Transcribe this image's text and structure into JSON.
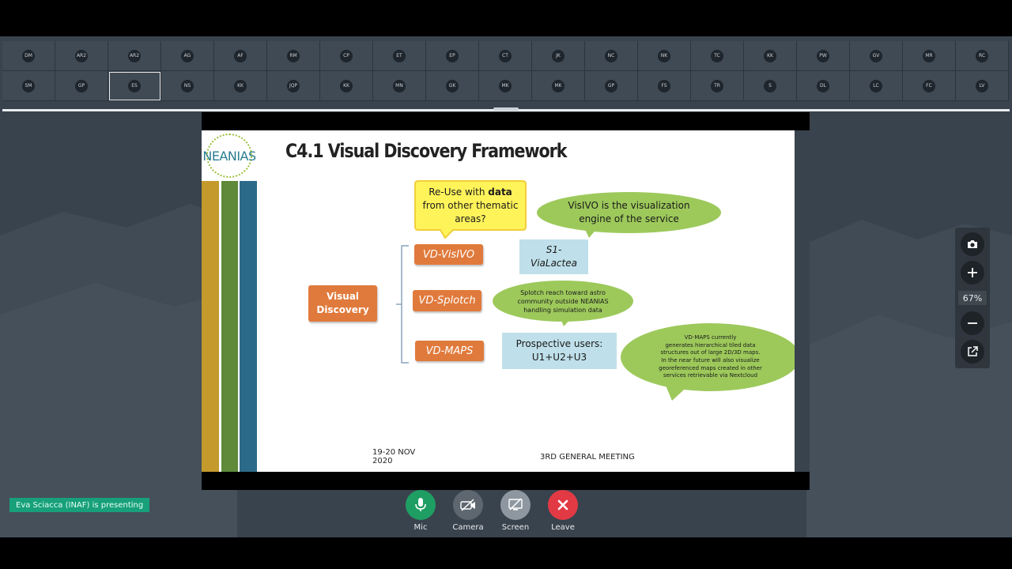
{
  "participants": {
    "row1": [
      "DM",
      "AR2",
      "AR2",
      "AG",
      "AF",
      "RM",
      "CP",
      "ET",
      "EP",
      "CT",
      "JK",
      "NC",
      "NK",
      "TC",
      "KK",
      "PW",
      "GV",
      "MR",
      "RC"
    ],
    "row2": [
      "SM",
      "GP",
      "ES",
      "NS",
      "KK",
      "JQP",
      "KK",
      "MN",
      "GK",
      "MK",
      "MK",
      "GP",
      "FS",
      "TR",
      "S",
      "DL",
      "LC",
      "FC",
      "LV"
    ]
  },
  "slide": {
    "logo": "NEANIAS",
    "title": "C4.1 Visual Discovery Framework",
    "reuse_line1": "Re-Use with ",
    "reuse_bold": "data",
    "reuse_line2": "from other thematic",
    "reuse_line3": "areas?",
    "visivo_bubble_line1": "VisIVO is the visualization",
    "visivo_bubble_line2": "engine of the service",
    "vd_visivo": "VD-VisIVO",
    "vd_splotch": "VD-Splotch",
    "vd_maps": "VD-MAPS",
    "visual_discovery_line1": "Visual",
    "visual_discovery_line2": "Discovery",
    "s1_line1": "S1-",
    "s1_line2": "ViaLactea",
    "splotch_line1": "Splotch reach toward astro",
    "splotch_line2": "community outside NEANIAS",
    "splotch_line3": "handling simulation data",
    "prospective_line1": "Prospective users:",
    "prospective_line2": "U1+U2+U3",
    "maps_line1": "VD-MAPS currently",
    "maps_line2": "generates hierarchical tiled data",
    "maps_line3": "structures out of large 2D/3D maps.",
    "maps_line4": "In the near future will also visualize",
    "maps_line5": "georeferenced maps created in other",
    "maps_line6": "services retrievable via Nextcloud",
    "footer_date_line1": "19-20 NOV",
    "footer_date_line2": "2020",
    "footer_meeting": "3RD GENERAL MEETING"
  },
  "presenter_text": "Eva Sciacca (INAF) is presenting",
  "controls": {
    "mic": "Mic",
    "camera": "Camera",
    "screen": "Screen",
    "leave": "Leave"
  },
  "toolbar": {
    "zoom": "67%",
    "icons": [
      "camera-snapshot-icon",
      "zoom-in-icon",
      "zoom-out-icon",
      "popout-icon"
    ]
  },
  "colors": {
    "app_bg": "#39434d",
    "mic_green": "#1f9e63",
    "leave_red": "#e23a45",
    "presenter_tag": "#17a07a",
    "slide_orange": "#e07a3c",
    "slide_green_bubble": "#9dc95b",
    "slide_blue_box": "#bfe0ea",
    "callout_yellow": "#fff35a"
  }
}
